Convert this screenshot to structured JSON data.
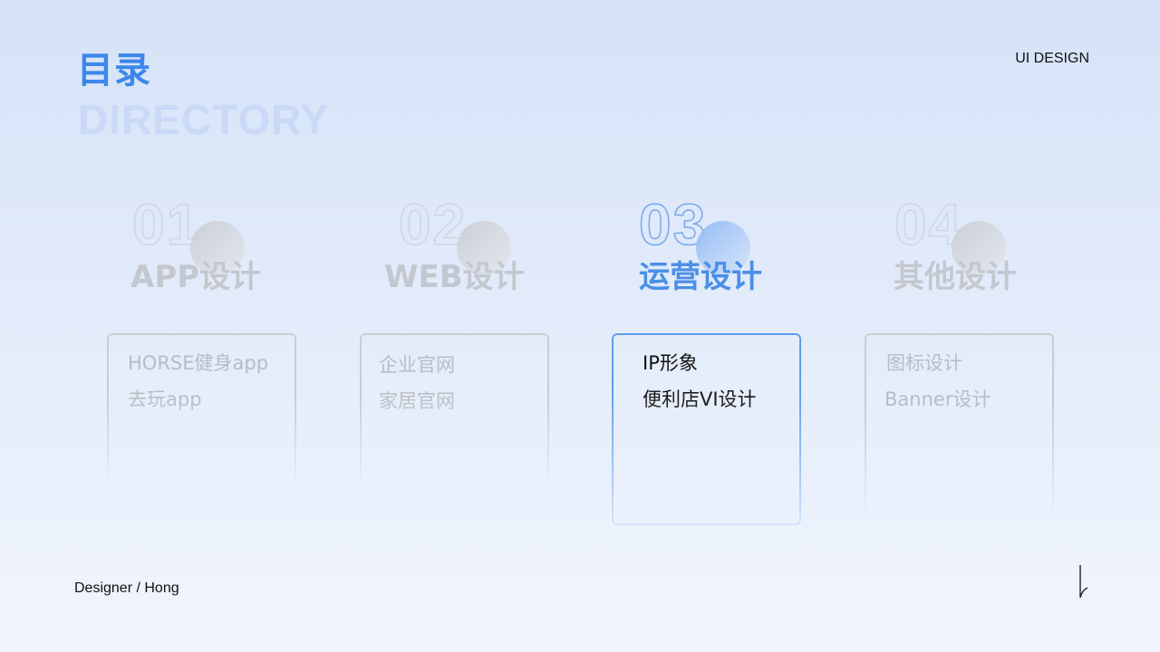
{
  "header": {
    "title": "目录",
    "background_word": "DIRECTORY",
    "brand": "UI DESIGN"
  },
  "footer": {
    "designer": "Designer / Hong",
    "signature_icon": "signature-mark"
  },
  "accent_color": "#3d87ea",
  "sections": [
    {
      "number": "01",
      "title": "APP设计",
      "items": [
        "HORSE健身app",
        "去玩app"
      ],
      "active": false
    },
    {
      "number": "02",
      "title": "WEB设计",
      "items": [
        "企业官网",
        "家居官网"
      ],
      "active": false
    },
    {
      "number": "03",
      "title": "运营设计",
      "items": [
        "IP形象",
        "便利店VI设计"
      ],
      "active": true
    },
    {
      "number": "04",
      "title": "其他设计",
      "items": [
        "图标设计",
        "Banner设计"
      ],
      "active": false
    }
  ]
}
